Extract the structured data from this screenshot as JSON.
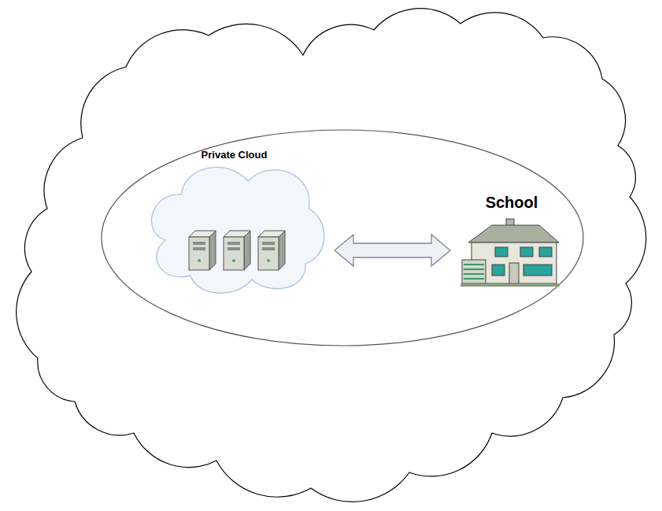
{
  "diagram": {
    "nodes": [
      {
        "text": [
          "Private Cloud"
        ]
      },
      {
        "text": [
          "School"
        ]
      }
    ],
    "edges": [
      {
        "from": 0,
        "to": 1,
        "arrow": "both"
      }
    ]
  }
}
